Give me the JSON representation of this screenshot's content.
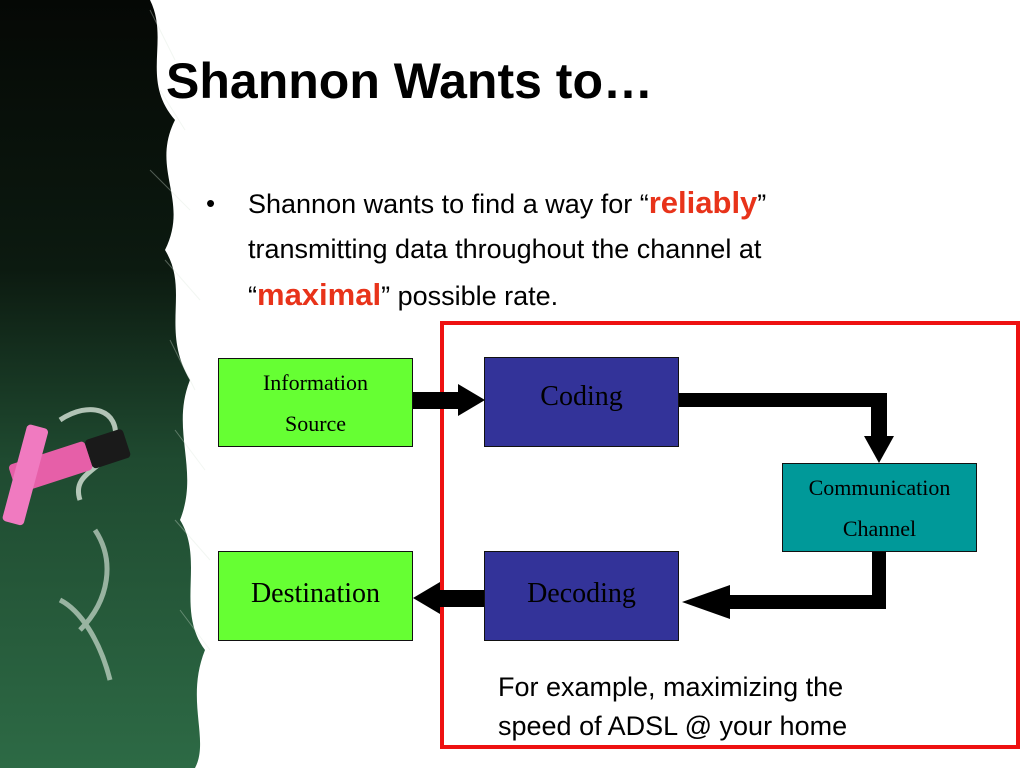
{
  "slide": {
    "title": "Shannon Wants to…",
    "bullet": {
      "marker": "•",
      "part1": "Shannon wants to find a way for “",
      "word1": "reliably",
      "part2": "” transmitting data throughout the channel at “",
      "word2": "maximal",
      "part3": "” possible rate."
    },
    "note": {
      "line1": "For example, maximizing the",
      "line2": "speed of ADSL @ your home"
    }
  },
  "diagram": {
    "nodes": {
      "information_source": {
        "line1": "Information",
        "line2": "Source"
      },
      "coding": "Coding",
      "channel": {
        "line1": "Communication",
        "line2": "Channel"
      },
      "decoding": "Decoding",
      "destination": "Destination"
    },
    "colors": {
      "source_dest_fill": "#66ff33",
      "coding_fill": "#333399",
      "channel_fill": "#009999",
      "frame_border": "#ee1111",
      "highlight_text": "#e8331a"
    }
  }
}
